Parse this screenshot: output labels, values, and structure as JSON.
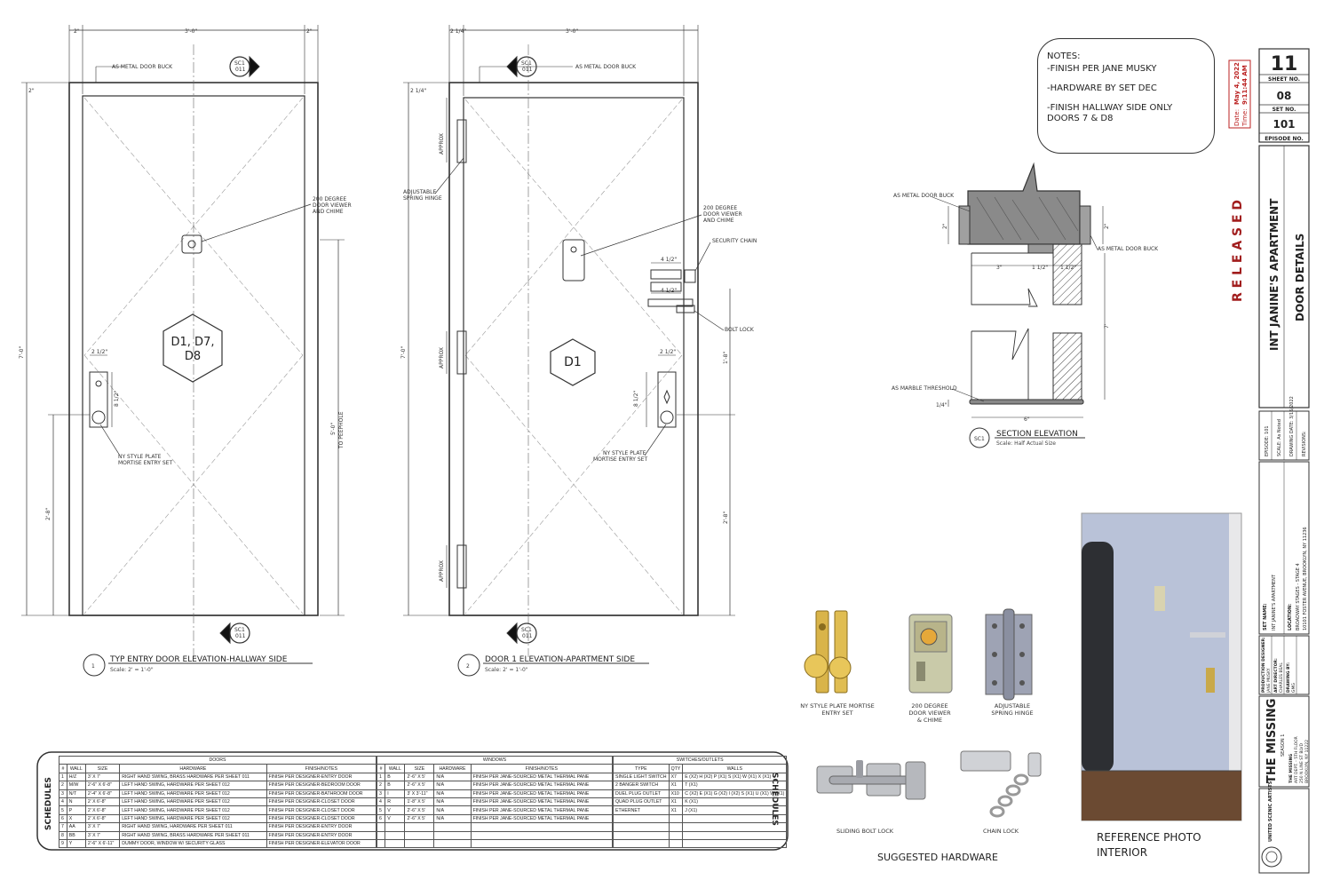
{
  "notes": {
    "title": "NOTES:",
    "lines": [
      "-FINISH PER JANE MUSKY",
      "-HARDWARE BY SET DEC",
      "-FINISH HALLWAY SIDE ONLY DOORS 7 & D8"
    ]
  },
  "drawing1": {
    "number": "1",
    "title": "TYP ENTRY DOOR ELEVATION-HALLWAY SIDE",
    "scale": "Scale: 2' = 1'-0\"",
    "tag": [
      "D1, D7,",
      "D8"
    ],
    "callouts": {
      "buck": "AS METAL DOOR BUCK",
      "viewer": [
        "200 DEGREE",
        "DOOR VIEWER",
        "AND CHIME"
      ],
      "lock": [
        "NY STYLE PLATE",
        "MORTISE ENTRY SET"
      ]
    },
    "dims": {
      "width": "3'-0\"",
      "side": "2\"",
      "height": "7'-0\"",
      "peep": "5'-0\"",
      "peep_note": "TO PEEPHOLE",
      "knob": "2'-8\"",
      "plate_w": "2 1/2\"",
      "plate_h": "8 1/2\""
    },
    "section_mark": {
      "top": "SC1",
      "bottom": "011"
    }
  },
  "drawing2": {
    "number": "2",
    "title": "DOOR 1 ELEVATION-APARTMENT SIDE",
    "scale": "Scale: 2' = 1'-0\"",
    "tag": "D1",
    "callouts": {
      "buck": "AS METAL DOOR BUCK",
      "hinge": [
        "ADJUSTABLE",
        "SPRING HINGE"
      ],
      "viewer": [
        "200 DEGREE",
        "DOOR VIEWER",
        "AND CHIME"
      ],
      "chain": "SECURITY CHAIN",
      "bolt": "BOLT LOCK",
      "lock": [
        "NY STYLE PLATE",
        "MORTISE ENTRY SET"
      ]
    },
    "dims": {
      "width": "3'-0\"",
      "side": "2 1/4\"",
      "top": "2 1/4\"",
      "height": "7'-0\"",
      "approx": "APPROX",
      "knob": "2'-8\"",
      "lock_h": "1'-8\"",
      "plate_w": "2 1/2\"",
      "plate_h": "8 1/2\"",
      "bolt_w": "4 1/2\""
    },
    "section_mark": {
      "top": "SC1",
      "bottom": "011"
    }
  },
  "section": {
    "label": "SC1",
    "title": "SECTION ELEVATION",
    "scale": "Scale: Half Actual Size",
    "callouts": {
      "buck_left": "AS METAL DOOR BUCK",
      "buck_right": "AS METAL DOOR BUCK",
      "threshold": "AS MARBLE THRESHOLD"
    },
    "dims": {
      "a": "3\"",
      "b": "1 1/2\"",
      "c": "1 1/2\"",
      "d": "2\"",
      "e": "6\"",
      "f": "1/4\"",
      "g": "7'"
    }
  },
  "hardware": {
    "title": "SUGGESTED HARDWARE",
    "items": [
      {
        "name": [
          "NY STYLE PLATE MORTISE",
          "ENTRY SET"
        ]
      },
      {
        "name": [
          "200 DEGREE",
          "DOOR VIEWER",
          "& CHIME"
        ]
      },
      {
        "name": [
          "ADJUSTABLE",
          "SPRING HINGE"
        ]
      },
      {
        "name": [
          "SLIDING BOLT LOCK"
        ]
      },
      {
        "name": [
          "CHAIN LOCK"
        ]
      }
    ]
  },
  "reference": {
    "title": [
      "REFERENCE PHOTO",
      "INTERIOR"
    ]
  },
  "released": "R E L E A S E D",
  "stamp": {
    "date_label": "Date:",
    "date": "May 4, 2022",
    "time_label": "Time:",
    "time": "9:11:44 AM"
  },
  "title_block": {
    "sheet_no": "11",
    "sheet_label": "SHEET NO.",
    "set_no": "08",
    "set_label": "SET NO.",
    "episode_no": "101",
    "episode_label": "EPISODE NO.",
    "set_name": "INT JANINE'S APARTMENT",
    "sheet_title": "DOOR DETAILS",
    "episode": "EPISODE: 101",
    "scale": "SCALE: As Noted",
    "drawing_date": "DRAWING DATE: 3/16/2022",
    "revisions": "REVISIONS:",
    "set_name_label": "SET NAME:",
    "set_name_val": "INT JANINE'S APARTMENT",
    "location_label": "LOCATION:",
    "location_val": "BROADWAY STAGES - STAGE 4",
    "address": "10101 FOSTER AVENUE, BROOKLYN, NY 11236",
    "designer_label": "PRODUCTION DESIGNER:",
    "designer": "JANE MUSKY",
    "art_director_label": "ART DIRECTOR:",
    "art_director": "CHARLES BEAL",
    "drawn_label": "DRAWING BY:",
    "drawn": "GMG",
    "show": "THE MISSING",
    "show_sub": "SEASON 1",
    "dept": "THE MISSING",
    "dept2": "ART DEPT. - 5TH FLOOR",
    "dept3": "250 N LINE ST BLVD",
    "dept4": "BROOKLYN, NY 11222",
    "union": "UNITED SCENIC ARTISTS"
  },
  "schedule": {
    "side_label": "SCHEDULES",
    "doors_title": "DOORS",
    "windows_title": "WINDOWS",
    "switches_title": "SWITCHES/OUTLETS",
    "door_cols": [
      "#",
      "WALL",
      "SIZE",
      "HARDWARE",
      "FINISH/NOTES"
    ],
    "doors": [
      [
        "1",
        "H/Z",
        "3' X 7'",
        "RIGHT HAND SWING, BRASS HARDWARE PER SHEET 011",
        "FINISH PER DESIGNER-ENTRY DOOR"
      ],
      [
        "2",
        "M/W",
        "2'-6\" X 6'-8\"",
        "LEFT HAND SWING, HARDWARE PER SHEET 012",
        "FINISH PER DESIGNER-BEDROOM DOOR"
      ],
      [
        "3",
        "N/T",
        "2'-4\" X 6'-8\"",
        "LEFT HAND SWING, HARDWARE PER SHEET 012",
        "FINISH PER DESIGNER-BATHROOM DOOR"
      ],
      [
        "4",
        "N",
        "2' X 6'-8\"",
        "LEFT HAND SWING, HARDWARE PER SHEET 012",
        "FINISH PER DESIGNER-CLOSET DOOR"
      ],
      [
        "5",
        "P",
        "2' X 6'-8\"",
        "LEFT HAND SWING, HARDWARE PER SHEET 012",
        "FINISH PER DESIGNER-CLOSET DOOR"
      ],
      [
        "6",
        "X",
        "2' X 6'-8\"",
        "LEFT HAND SWING, HARDWARE PER SHEET 012",
        "FINISH PER DESIGNER-CLOSET DOOR"
      ],
      [
        "7",
        "AA",
        "3' X 7'",
        "RIGHT HAND SWING, HARDWARE PER SHEET 011",
        "FINISH PER DESIGNER-ENTRY DOOR"
      ],
      [
        "8",
        "BB",
        "3' X 7'",
        "RIGHT HAND SWING, BRASS HARDWARE PER SHEET 011",
        "FINISH PER DESIGNER-ENTRY DOOR"
      ],
      [
        "9",
        "Y",
        "2'-6\" X 6'-11\"",
        "DUMMY DOOR, WINDOW W/ SECURITY GLASS",
        "FINISH PER DESIGNER-ELEVATOR DOOR"
      ]
    ],
    "window_cols": [
      "#",
      "WALL",
      "SIZE",
      "HARDWARE",
      "FINISH/NOTES"
    ],
    "windows": [
      [
        "1",
        "B",
        "2'-6\" X 5'",
        "N/A",
        "FINISH PER JANE-SOURCED METAL THERMAL PANE"
      ],
      [
        "2",
        "B",
        "2'-6\" X 5'",
        "N/A",
        "FINISH PER JANE-SOURCED METAL THERMAL PANE"
      ],
      [
        "3",
        "I",
        "3' X 3'-11\"",
        "N/A",
        "FINISH PER JANE-SOURCED METAL THERMAL PANE"
      ],
      [
        "4",
        "R",
        "1'-8\" X 5'",
        "N/A",
        "FINISH PER JANE-SOURCED METAL THERMAL PANE"
      ],
      [
        "5",
        "V",
        "2'-6\" X 5'",
        "N/A",
        "FINISH PER JANE-SOURCED METAL THERMAL PANE"
      ],
      [
        "6",
        "V",
        "2'-6\" X 5'",
        "N/A",
        "FINISH PER JANE-SOURCED METAL THERMAL PANE"
      ]
    ],
    "switch_cols": [
      "TYPE",
      "QTY",
      "WALLS"
    ],
    "switches": [
      [
        "SINGLE LIGHT SWITCH",
        "X7",
        "E (X2) H (X2) P (X1) S (X1) W (X1) X (X1)"
      ],
      [
        "2 BANGER SWITCH",
        "X1",
        "T (X1)"
      ],
      [
        "DUEL PLUG OUTLET",
        "X10",
        "C (X2) E (X1) G (X2) I (X2) S (X1) U (X1) W (X1)"
      ],
      [
        "QUAD PLUG OUTLET",
        "X1",
        "K (X1)"
      ],
      [
        "ETHERNET",
        "X1",
        "J (X1)"
      ]
    ]
  }
}
